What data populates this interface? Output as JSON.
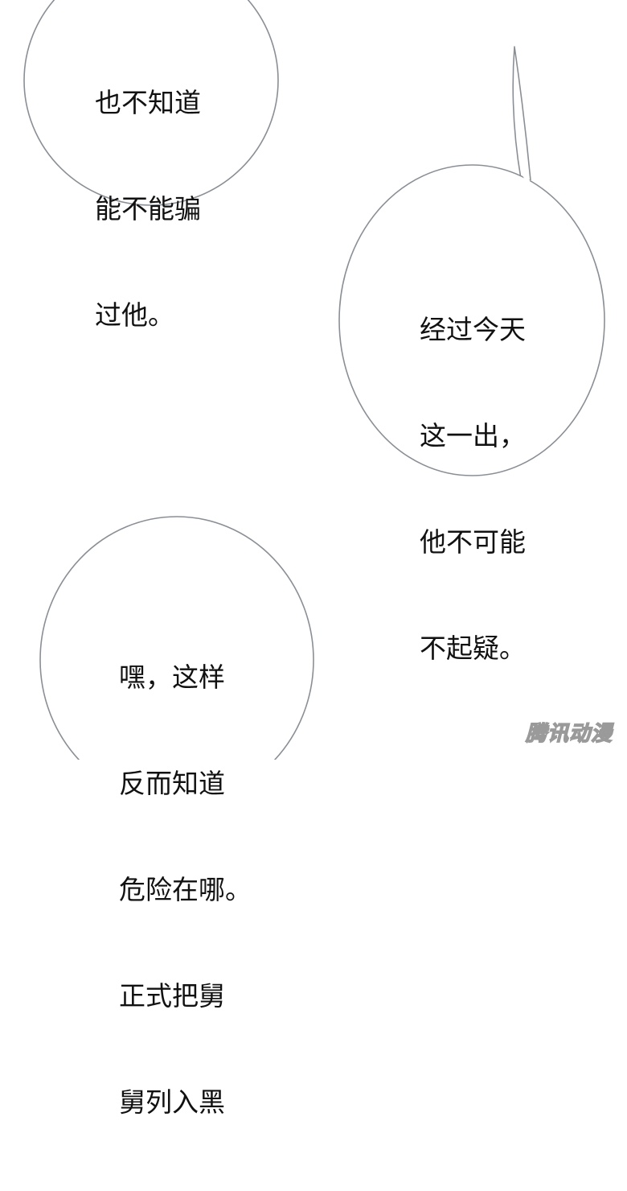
{
  "panel": {
    "background": "#ffffff",
    "bubble_outline_color": "#8a8f95",
    "text_color": "#111111"
  },
  "bubbles": [
    {
      "lines": [
        "也不知道",
        "能不能骗",
        "过他。"
      ]
    },
    {
      "lines": [
        "经过今天",
        "这一出，",
        "他不可能",
        "不起疑。"
      ]
    },
    {
      "lines": [
        "嘿，这样",
        "反而知道",
        "危险在哪。",
        "正式把舅",
        "舅列入黑"
      ]
    }
  ],
  "watermark": {
    "text": "腾讯动漫",
    "icon": "tencent-comic-logo"
  }
}
